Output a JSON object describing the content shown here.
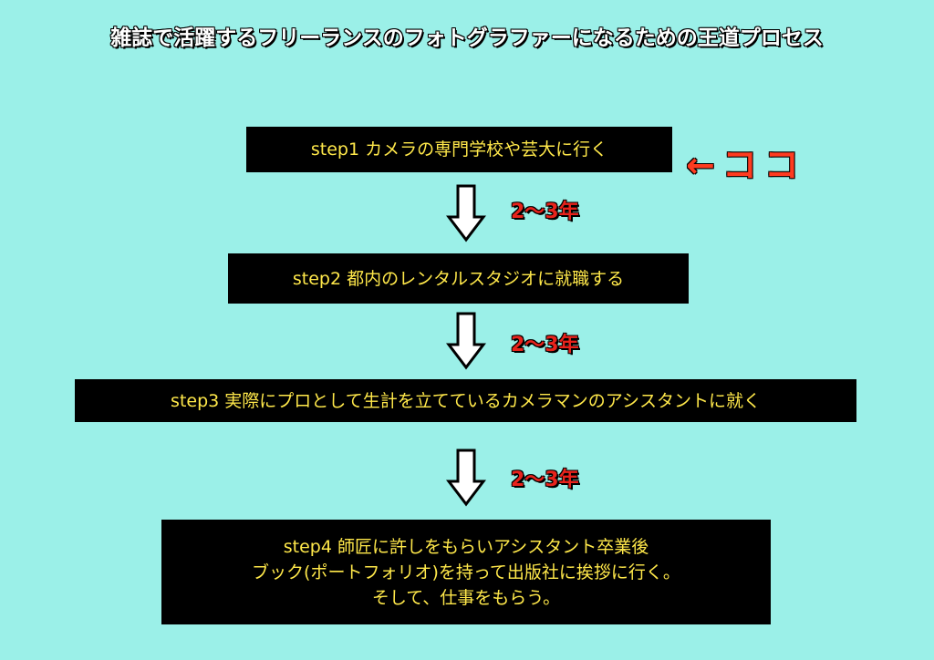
{
  "title": "雑誌で活躍するフリーランスのフォトグラファーになるための王道プロセス",
  "steps": [
    {
      "lines": [
        "step1 カメラの専門学校や芸大に行く"
      ]
    },
    {
      "lines": [
        "step2 都内のレンタルスタジオに就職する"
      ]
    },
    {
      "lines": [
        "step3 実際にプロとして生計を立てているカメラマンのアシスタントに就く"
      ]
    },
    {
      "lines": [
        "step4 師匠に許しをもらいアシスタント卒業後",
        "ブック(ポートフォリオ)を持って出版社に挨拶に行く。",
        "そして、仕事をもらう。"
      ]
    }
  ],
  "durations": [
    "2〜3年",
    "2〜3年",
    "2〜3年"
  ],
  "marker": "←ココ",
  "colors": {
    "background": "#9bf0e8",
    "box": "#000000",
    "box_text": "#ffe84a",
    "accent": "#e8231c"
  }
}
